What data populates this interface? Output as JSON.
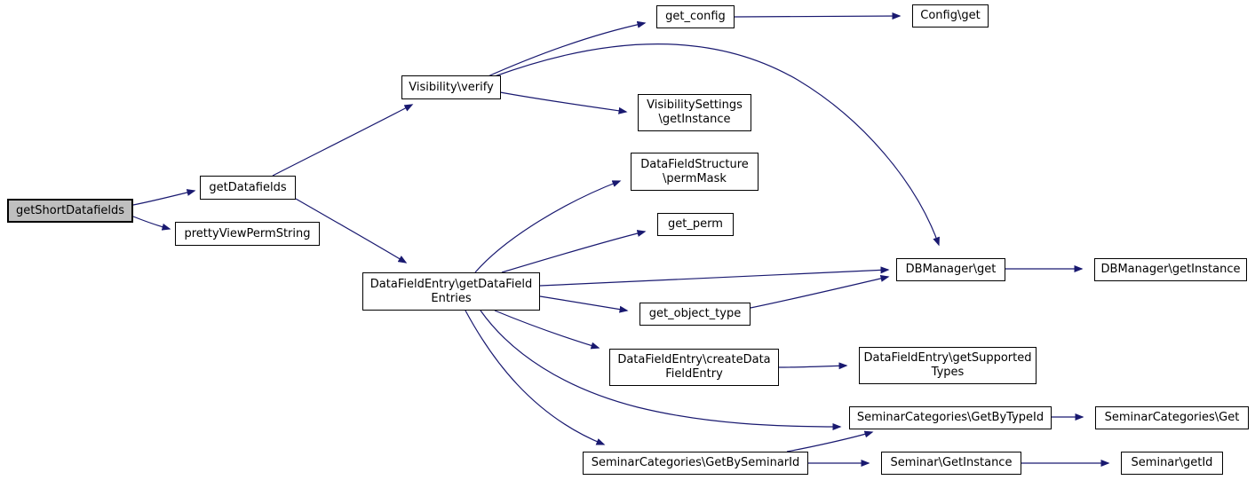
{
  "diagram": {
    "type": "call-graph",
    "root": "getShortDatafields",
    "colors": {
      "edge": "#191970",
      "node_border": "#000000",
      "node_fill": "#ffffff",
      "root_fill": "#bfbfbf",
      "text": "#000000",
      "background": "#ffffff"
    }
  },
  "nodes": [
    {
      "id": "getShortDatafields",
      "label": "getShortDatafields",
      "root": true
    },
    {
      "id": "getDatafields",
      "label": "getDatafields"
    },
    {
      "id": "prettyViewPermString",
      "label": "prettyViewPermString"
    },
    {
      "id": "Visibility\\verify",
      "label": "Visibility\\verify"
    },
    {
      "id": "get_config",
      "label": "get_config"
    },
    {
      "id": "Config\\get",
      "label": "Config\\get"
    },
    {
      "id": "VisibilitySettings\\getInstance",
      "label": "VisibilitySettings\n\\getInstance"
    },
    {
      "id": "DataFieldStructure\\permMask",
      "label": "DataFieldStructure\n\\permMask"
    },
    {
      "id": "get_perm",
      "label": "get_perm"
    },
    {
      "id": "DataFieldEntry\\getDataFieldEntries",
      "label": "DataFieldEntry\\getDataField\nEntries"
    },
    {
      "id": "get_object_type",
      "label": "get_object_type"
    },
    {
      "id": "DBManager\\get",
      "label": "DBManager\\get"
    },
    {
      "id": "DBManager\\getInstance",
      "label": "DBManager\\getInstance"
    },
    {
      "id": "DataFieldEntry\\createDataFieldEntry",
      "label": "DataFieldEntry\\createData\nFieldEntry"
    },
    {
      "id": "DataFieldEntry\\getSupportedTypes",
      "label": "DataFieldEntry\\getSupported\nTypes"
    },
    {
      "id": "SeminarCategories\\GetByTypeId",
      "label": "SeminarCategories\\GetByTypeId"
    },
    {
      "id": "SeminarCategories\\Get",
      "label": "SeminarCategories\\Get"
    },
    {
      "id": "SeminarCategories\\GetBySeminarId",
      "label": "SeminarCategories\\GetBySeminarId"
    },
    {
      "id": "Seminar\\GetInstance",
      "label": "Seminar\\GetInstance"
    },
    {
      "id": "Seminar\\getId",
      "label": "Seminar\\getId"
    }
  ],
  "edges": [
    {
      "from": "getShortDatafields",
      "to": "getDatafields"
    },
    {
      "from": "getShortDatafields",
      "to": "prettyViewPermString"
    },
    {
      "from": "getDatafields",
      "to": "Visibility\\verify"
    },
    {
      "from": "getDatafields",
      "to": "DataFieldEntry\\getDataFieldEntries"
    },
    {
      "from": "Visibility\\verify",
      "to": "get_config"
    },
    {
      "from": "Visibility\\verify",
      "to": "VisibilitySettings\\getInstance"
    },
    {
      "from": "Visibility\\verify",
      "to": "DBManager\\get"
    },
    {
      "from": "get_config",
      "to": "Config\\get"
    },
    {
      "from": "DataFieldEntry\\getDataFieldEntries",
      "to": "DataFieldStructure\\permMask"
    },
    {
      "from": "DataFieldEntry\\getDataFieldEntries",
      "to": "get_perm"
    },
    {
      "from": "DataFieldEntry\\getDataFieldEntries",
      "to": "DBManager\\get"
    },
    {
      "from": "DataFieldEntry\\getDataFieldEntries",
      "to": "get_object_type"
    },
    {
      "from": "DataFieldEntry\\getDataFieldEntries",
      "to": "DataFieldEntry\\createDataFieldEntry"
    },
    {
      "from": "DataFieldEntry\\getDataFieldEntries",
      "to": "SeminarCategories\\GetByTypeId"
    },
    {
      "from": "DataFieldEntry\\getDataFieldEntries",
      "to": "SeminarCategories\\GetBySeminarId"
    },
    {
      "from": "get_object_type",
      "to": "DBManager\\get"
    },
    {
      "from": "DBManager\\get",
      "to": "DBManager\\getInstance"
    },
    {
      "from": "DataFieldEntry\\createDataFieldEntry",
      "to": "DataFieldEntry\\getSupportedTypes"
    },
    {
      "from": "SeminarCategories\\GetByTypeId",
      "to": "SeminarCategories\\Get"
    },
    {
      "from": "SeminarCategories\\GetBySeminarId",
      "to": "SeminarCategories\\GetByTypeId"
    },
    {
      "from": "SeminarCategories\\GetBySeminarId",
      "to": "Seminar\\GetInstance"
    },
    {
      "from": "Seminar\\GetInstance",
      "to": "Seminar\\getId"
    }
  ]
}
